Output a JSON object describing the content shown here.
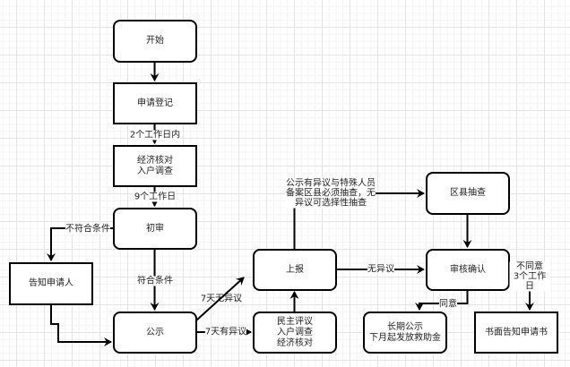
{
  "nodes": {
    "start": "开始",
    "apply_register": "申请登记",
    "economic_check": "经济核对\n入户调查",
    "preliminary_review": "初审",
    "notify_applicant": "告知申请人",
    "publicity": "公示",
    "report": "上报",
    "democratic_review": "民主评议\n入户调查\n经济核对",
    "district_spot_check": "区县抽查",
    "audit_confirm": "审核确认",
    "long_term_publicity": "长期公示\n下月起发放救助金",
    "written_notice": "书面告知申请书"
  },
  "edges": {
    "within_2_workdays": "2个工作日内",
    "nine_workdays": "9个工作日",
    "not_qualified": "不符合条件",
    "qualified": "符合条件",
    "seven_days_no_objection": "7天无异议",
    "seven_days_objection": "7天有异议",
    "spot_check_note": "公示有异议与特殊人员\n备案区县必须抽查，无\n异议可选择性抽查",
    "no_objection": "无异议",
    "agree": "同意",
    "disagree": "不同意\n3个工作日"
  }
}
